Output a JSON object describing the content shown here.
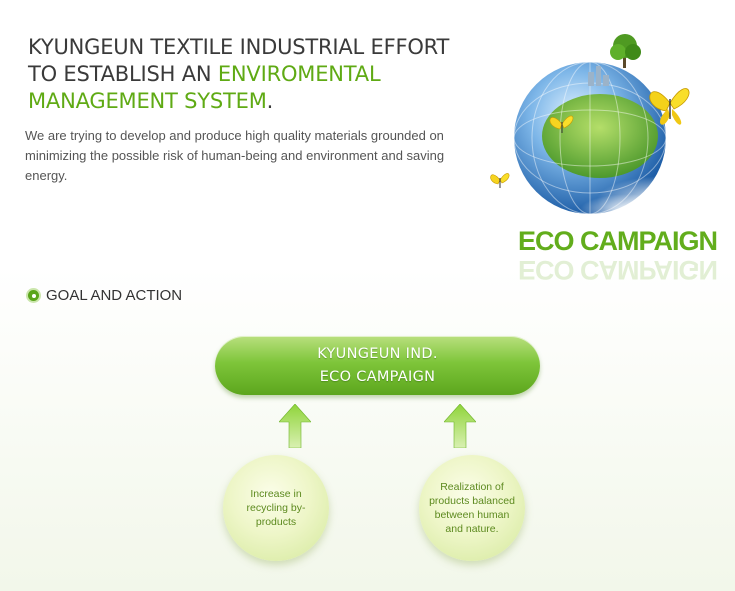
{
  "header": {
    "line1": "KYUNGEUN TEXTILE INDUSTRIAL EFFORT",
    "line2_prefix": "TO ESTABLISH AN ",
    "line2_highlight": "ENVIROMENTAL",
    "line3_highlight": "MANAGEMENT SYSTEM",
    "line3_suffix": ".",
    "intro": "We are trying to develop and produce high quality materials grounded on minimizing the possible risk of human-being and environment and saving energy."
  },
  "eco_badge": {
    "title": "ECO CAMPAIGN",
    "image_icon": "globe-butterfly-illustration"
  },
  "section": {
    "title": "GOAL AND ACTION",
    "bullet_icon": "circle-bullet-icon"
  },
  "diagram": {
    "top_box": {
      "line1": "KYUNGEUN IND.",
      "line2": "ECO CAMPAIGN"
    },
    "arrow_icon": "up-arrow-icon",
    "circles": [
      {
        "text": "Increase in recycling by-products"
      },
      {
        "text": "Realization of products balanced between human and nature."
      }
    ]
  },
  "colors": {
    "accent_green": "#5faa14",
    "heading_text": "#3a3a3a",
    "body_text": "#555555",
    "circle_text": "#5d8a1f"
  }
}
